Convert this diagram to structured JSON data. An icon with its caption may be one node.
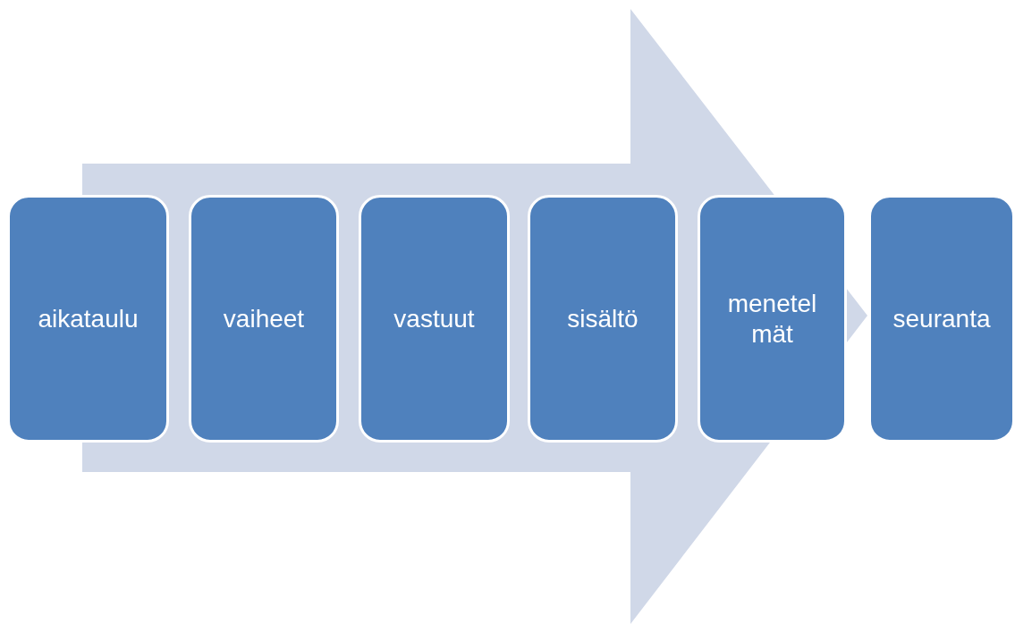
{
  "diagram": {
    "nodes": [
      {
        "text": [
          "aikataulu"
        ]
      },
      {
        "text": [
          "vaiheet"
        ]
      },
      {
        "text": [
          "vastuut"
        ]
      },
      {
        "text": [
          "sisältö"
        ]
      },
      {
        "text": [
          "menetel mät"
        ]
      },
      {
        "text": [
          "seuranta"
        ]
      }
    ],
    "edges": [
      {
        "from": 0,
        "to": 5,
        "arrow": "to",
        "style": "thick"
      }
    ]
  }
}
